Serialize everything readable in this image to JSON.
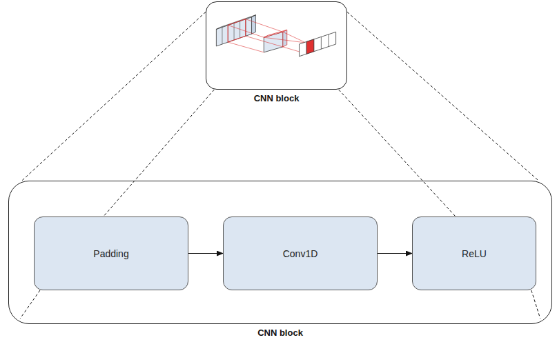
{
  "diagram": {
    "nodes": [
      {
        "text": [
          "CNN block"
        ]
      },
      {
        "text": [
          "CNN block"
        ]
      },
      {
        "text": [
          "Padding"
        ],
        "in": 1
      },
      {
        "text": [
          "Conv1D"
        ],
        "in": 1
      },
      {
        "text": [
          "ReLU"
        ],
        "in": 1
      }
    ],
    "edges": [
      {
        "from": 2,
        "to": 3,
        "arrow": "to"
      },
      {
        "from": 3,
        "to": 4,
        "arrow": "to"
      },
      {
        "from": 0,
        "to": 1,
        "arrow": "none"
      },
      {
        "from": 0,
        "to": 1,
        "arrow": "none"
      },
      {
        "from": 0,
        "to": 2,
        "arrow": "none"
      },
      {
        "from": 0,
        "to": 4,
        "arrow": "none"
      },
      {
        "from": 2,
        "to": 1,
        "arrow": "none"
      },
      {
        "from": 4,
        "to": 1,
        "arrow": "none"
      }
    ]
  }
}
